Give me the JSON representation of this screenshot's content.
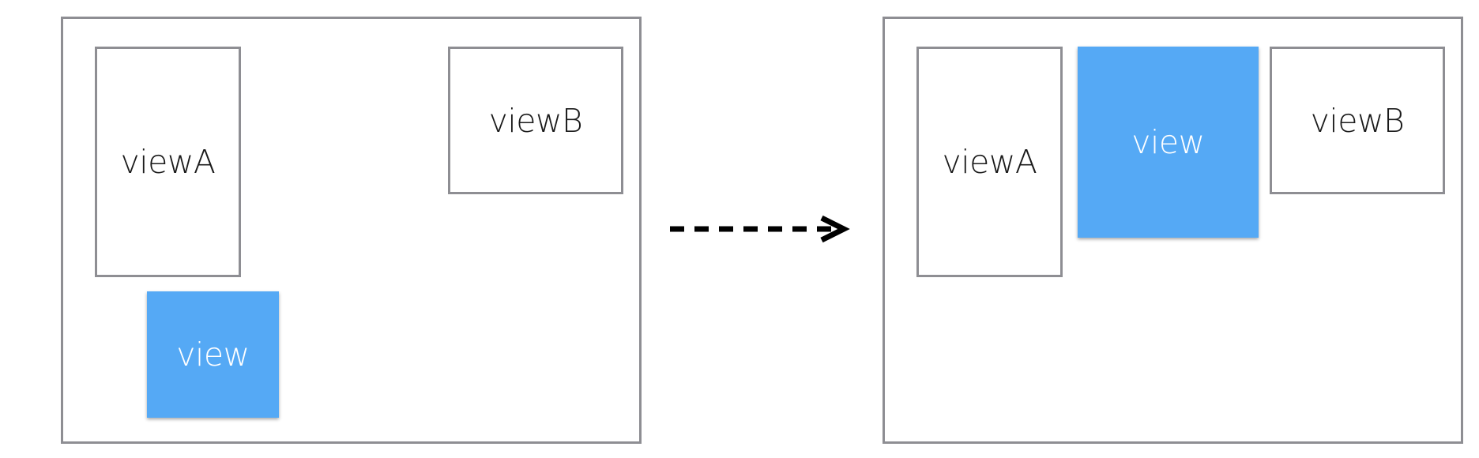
{
  "before": {
    "viewA_label": "viewA",
    "viewB_label": "viewB",
    "view_label": "view"
  },
  "after": {
    "viewA_label": "viewA",
    "viewB_label": "viewB",
    "view_label": "view"
  },
  "colors": {
    "border": "#8e8e93",
    "highlight": "#55a9f5",
    "arrow": "#000000"
  },
  "icons": {
    "transition": "dashed-arrow-right-icon"
  }
}
